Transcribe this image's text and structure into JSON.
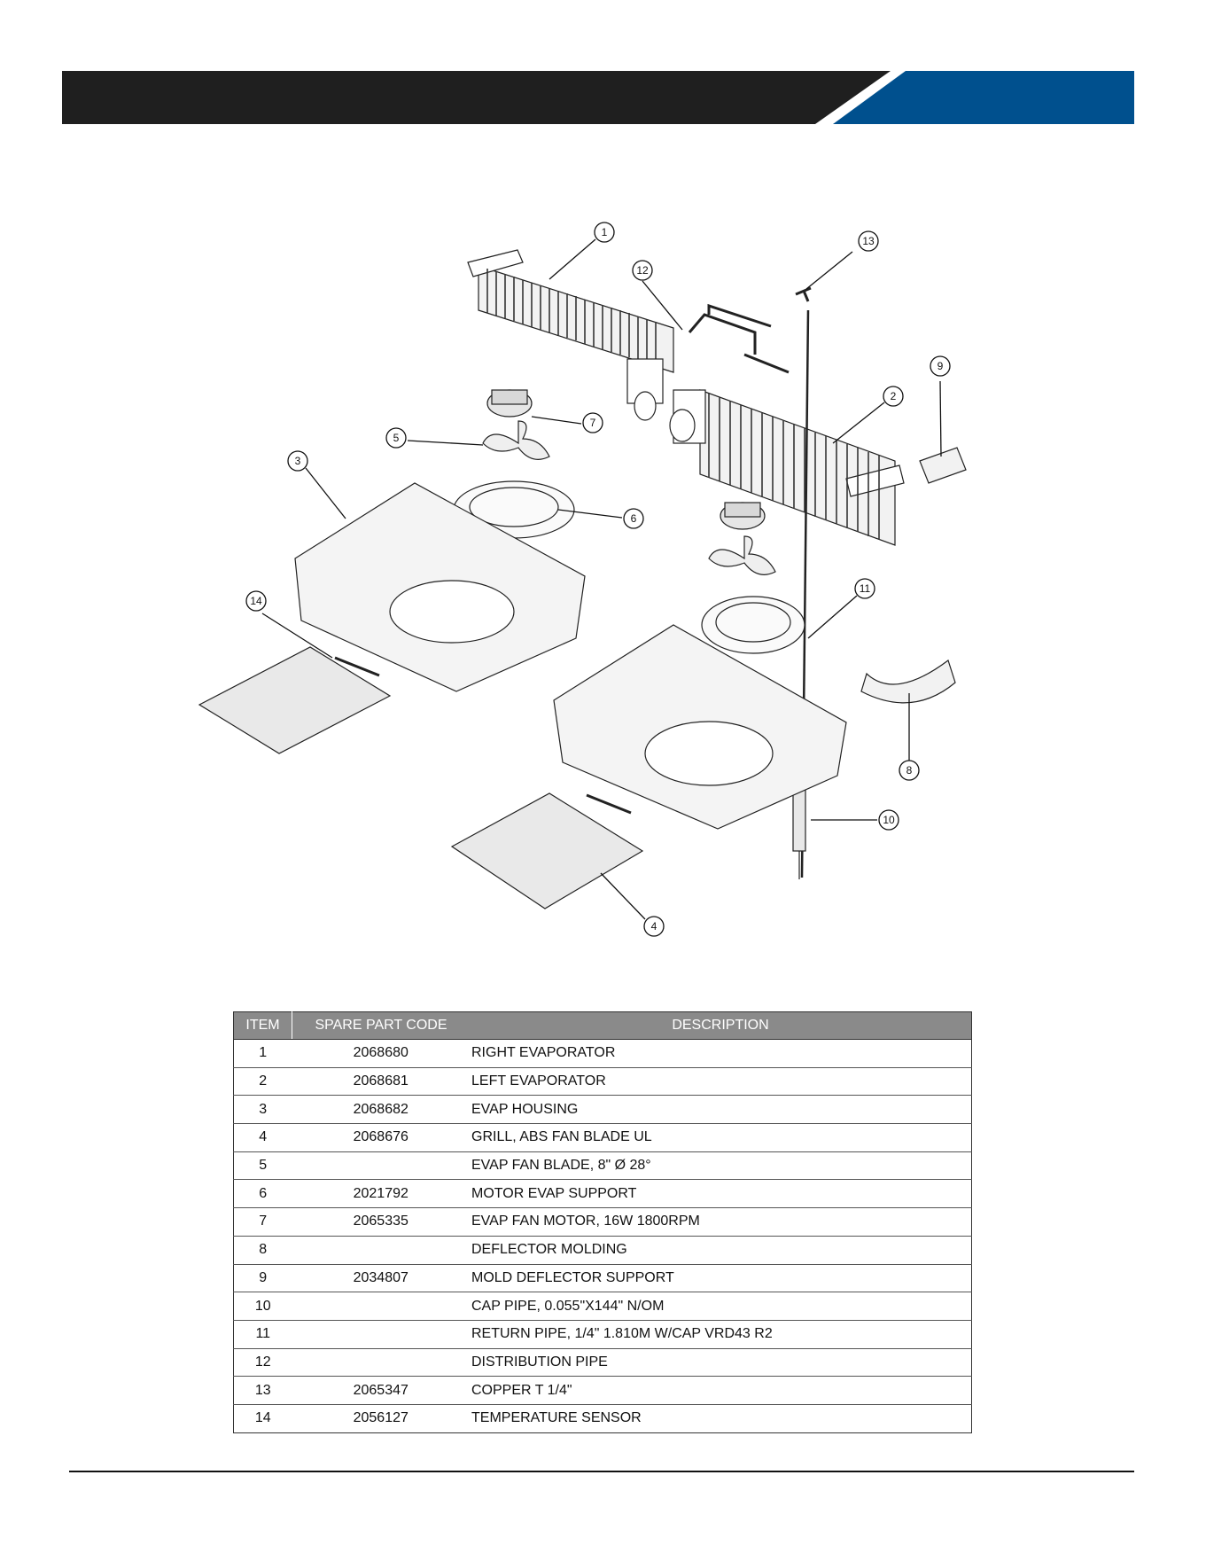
{
  "header": {
    "band_color": "#1f1f1f",
    "accent_color": "#00508e"
  },
  "diagram": {
    "callouts": [
      "1",
      "2",
      "3",
      "4",
      "5",
      "6",
      "7",
      "8",
      "9",
      "10",
      "11",
      "12",
      "13",
      "14"
    ]
  },
  "table": {
    "headers": {
      "item": "ITEM",
      "code": "SPARE PART CODE",
      "description": "DESCRIPTION"
    },
    "rows": [
      {
        "item": "1",
        "code": "2068680",
        "description": "RIGHT EVAPORATOR"
      },
      {
        "item": "2",
        "code": "2068681",
        "description": "LEFT EVAPORATOR"
      },
      {
        "item": "3",
        "code": "2068682",
        "description": "EVAP HOUSING"
      },
      {
        "item": "4",
        "code": "2068676",
        "description": "GRILL, ABS FAN BLADE UL"
      },
      {
        "item": "5",
        "code": "",
        "description": "EVAP FAN BLADE, 8\" Ø 28°"
      },
      {
        "item": "6",
        "code": "2021792",
        "description": "MOTOR EVAP SUPPORT"
      },
      {
        "item": "7",
        "code": "2065335",
        "description": "EVAP FAN MOTOR, 16W 1800RPM"
      },
      {
        "item": "8",
        "code": "",
        "description": "DEFLECTOR MOLDING"
      },
      {
        "item": "9",
        "code": "2034807",
        "description": "MOLD DEFLECTOR SUPPORT"
      },
      {
        "item": "10",
        "code": "",
        "description": "CAP PIPE, 0.055\"X144\" N/OM"
      },
      {
        "item": "11",
        "code": "",
        "description": "RETURN PIPE, 1/4\" 1.810M W/CAP VRD43 R2"
      },
      {
        "item": "12",
        "code": "",
        "description": "DISTRIBUTION PIPE"
      },
      {
        "item": "13",
        "code": "2065347",
        "description": "COPPER T 1/4\""
      },
      {
        "item": "14",
        "code": "2056127",
        "description": "TEMPERATURE SENSOR"
      }
    ]
  }
}
